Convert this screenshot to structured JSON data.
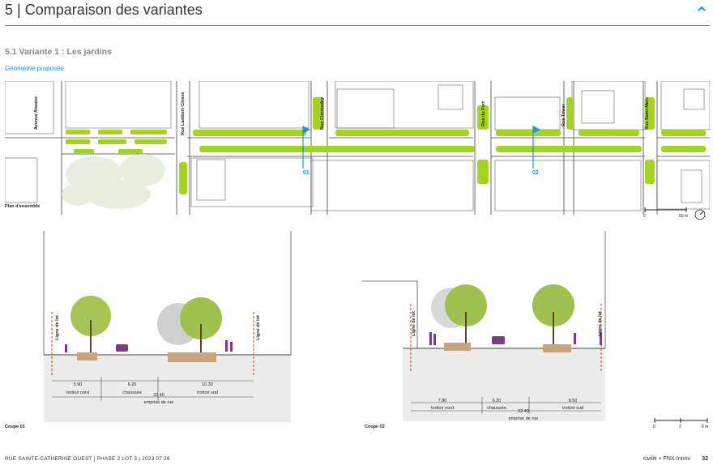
{
  "header": {
    "title": "5 | Comparaison des variantes"
  },
  "section": {
    "heading": "5.1    Variante 1 : Les jardins",
    "subheading": "Géométrie proposée"
  },
  "plan": {
    "label": "Plan d'ensemble",
    "streets": [
      "Avenue Atwater",
      "Rue Lambert-Closse",
      "Rue Chomedey",
      "Rue du Fort",
      "Rue Tower",
      "Rue Saint-Marc"
    ],
    "section_markers": [
      "01",
      "02"
    ],
    "scale": {
      "start": "0",
      "end": "50 m"
    }
  },
  "cut1": {
    "label": "Coupe 01",
    "lot_line": "Ligne de lot",
    "dimensions": [
      {
        "value": "5.90",
        "label": "trottoir nord"
      },
      {
        "value": "6.20",
        "label": "chaussée"
      },
      {
        "value": "10.30",
        "label": "trottoir sud"
      }
    ],
    "total": {
      "value": "22.40",
      "label": "emprise de rue"
    }
  },
  "cut2": {
    "label": "Coupe 02",
    "lot_line": "Ligne de lot",
    "dimensions": [
      {
        "value": "7.80",
        "label": "trottoir nord"
      },
      {
        "value": "6.20",
        "label": "chaussée"
      },
      {
        "value": "8.50",
        "label": "trottoir sud"
      }
    ],
    "total": {
      "value": "22.40",
      "label": "emprise de rue"
    },
    "scale": {
      "a": "0",
      "b": "3",
      "c": "6 m"
    }
  },
  "footer": {
    "left": "RUE SAINTE-CATHERINE OUEST  |  PHASE 2 LOT 3  |  2023 07 26",
    "right": "civiliti + FNX-Innov",
    "page": "32"
  },
  "colors": {
    "accent": "#1a9ad6",
    "green": "#a4d321",
    "purple": "#7d3c8a"
  }
}
